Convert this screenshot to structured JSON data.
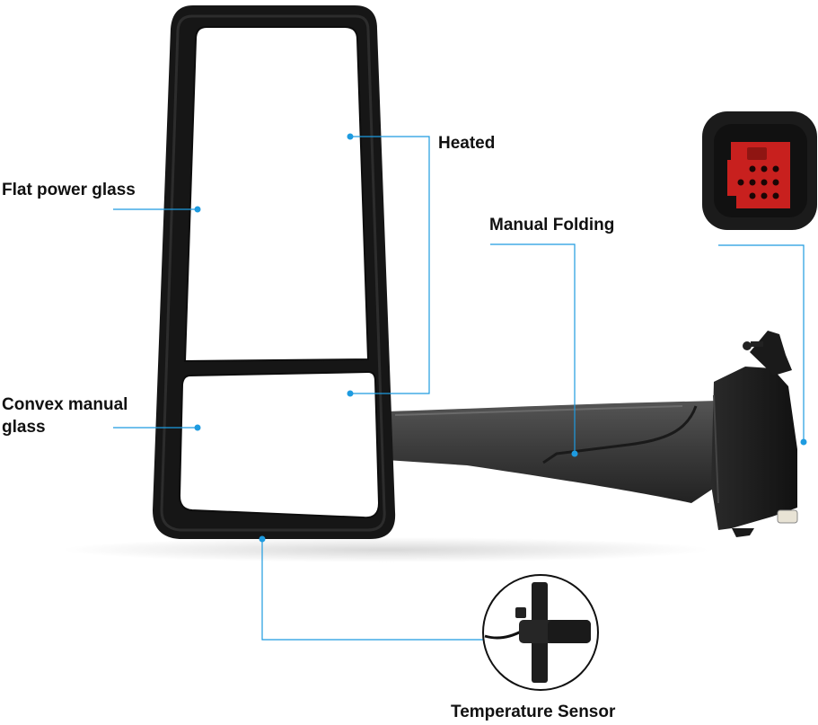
{
  "labels": {
    "flat_power_glass": "Flat power glass",
    "convex_manual_glass_line1": "Convex manual",
    "convex_manual_glass_line2": "glass",
    "heated": "Heated",
    "manual_folding": "Manual Folding",
    "temperature_sensor": "Temperature Sensor"
  },
  "colors": {
    "callout_line": "#1e9be0",
    "mirror_frame": "#161616",
    "arm": "#3a3a3a",
    "connector_housing": "#1c1c1c",
    "connector_pins": "#c8201e",
    "text": "#111111"
  },
  "icons": {
    "connector": "wiring-connector-icon",
    "sensor": "temperature-sensor-icon"
  }
}
